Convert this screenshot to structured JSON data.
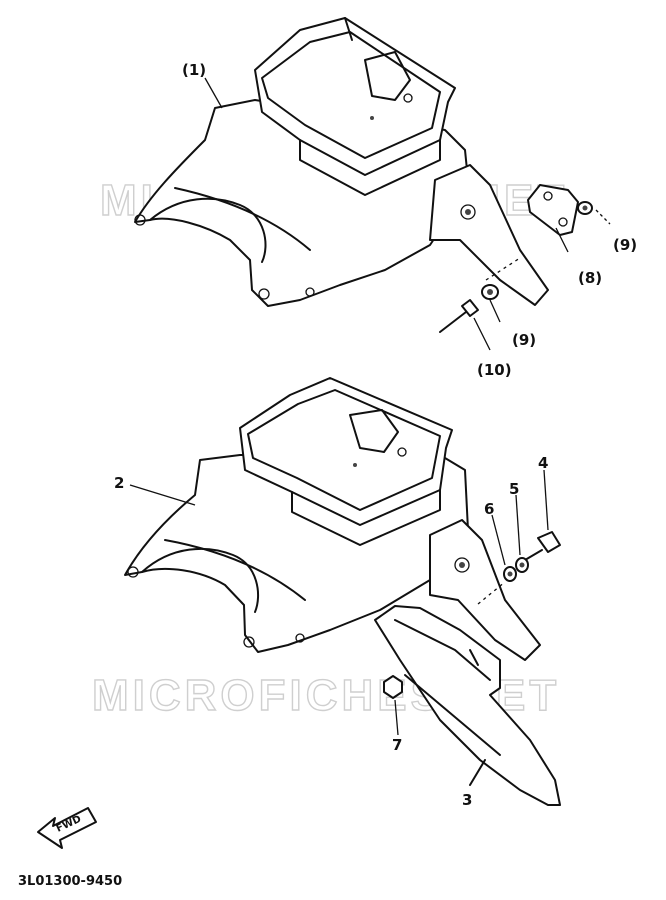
{
  "watermark": "MICROFICHES.NET",
  "upper_assembly": {
    "callouts": [
      "(1)",
      "(8)",
      "(9)",
      "(9)",
      "(10)"
    ]
  },
  "lower_assembly": {
    "callouts": [
      "2",
      "3",
      "4",
      "5",
      "6",
      "7"
    ]
  },
  "fwd_label": "FWD",
  "diagram_code": "3L01300-9450",
  "icons": {
    "forward_arrow": "forward-arrow-icon"
  }
}
